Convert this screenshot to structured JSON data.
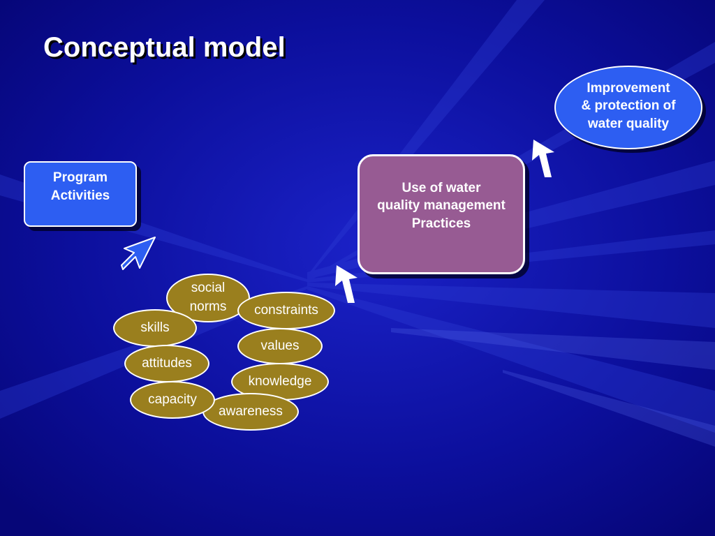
{
  "slide": {
    "title": "Conceptual model"
  },
  "nodes": {
    "program_activities": "Program\nActivities",
    "practices": "Use of water\nquality management\nPractices",
    "improvement": "Improvement\n& protection of\nwater quality"
  },
  "factors": {
    "social_norms": "social\nnorms",
    "constraints": "constraints",
    "skills": "skills",
    "values": "values",
    "attitudes": "attitudes",
    "knowledge": "knowledge",
    "capacity": "capacity",
    "awareness": "awareness"
  },
  "colors": {
    "background": "#0a0a8c",
    "blue_box": "#2d5ef2",
    "purple_box": "#975b93",
    "factor_oval": "#9a7f1e",
    "border": "#ffffff"
  }
}
